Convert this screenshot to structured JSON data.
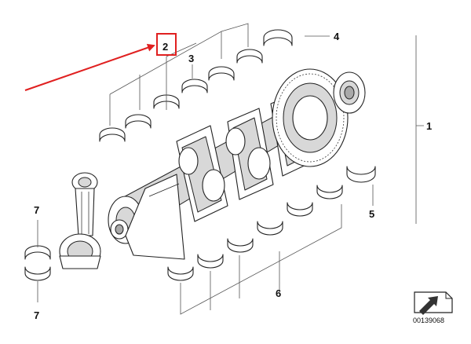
{
  "callouts": {
    "c1": "1",
    "c2": "2",
    "c3": "3",
    "c4": "4",
    "c5": "5",
    "c6": "6",
    "c7_top": "7",
    "c7_bottom": "7"
  },
  "doc_number": "00139068",
  "highlight": {
    "box_color": "#e02020",
    "arrow_color": "#e02020",
    "highlighted_callout": "2"
  },
  "icons": {
    "corner_icon": "folded-sheet-arrow-icon"
  }
}
